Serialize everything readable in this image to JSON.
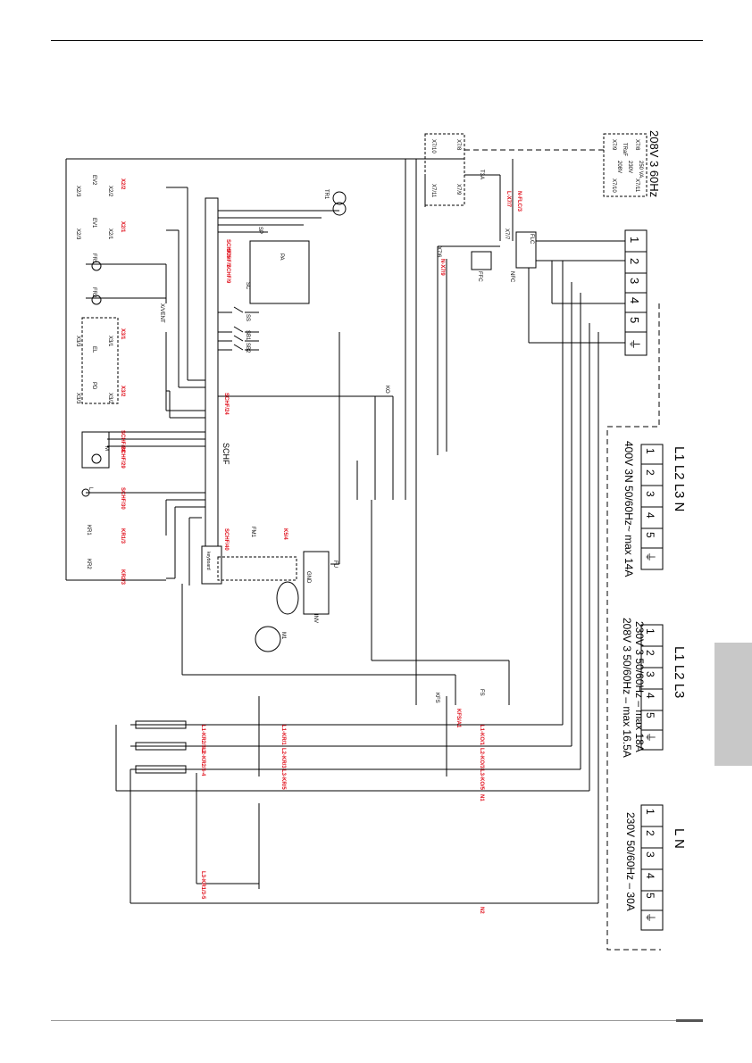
{
  "supplies": {
    "s208": {
      "voltage": "208V  3  60Hz",
      "terminals": [
        "X7/9",
        "X7/10",
        "X7/8",
        "X7/11"
      ],
      "parts": [
        "TRaF",
        "230V",
        "208V",
        "250 VA"
      ]
    },
    "t1": {
      "terminals": [
        "1",
        "2",
        "3",
        "4",
        "5",
        "⏚"
      ]
    },
    "t400": {
      "line": "L1  L2  L3    N",
      "spec": "400V  3N  50/60Hz~  max  14A",
      "terminals": [
        "1",
        "2",
        "3",
        "4",
        "5",
        "⏚"
      ]
    },
    "t230_3": {
      "line": "L1      L2  L3",
      "spec1": "230V  3  50/60Hz  –  max  18A",
      "spec2": "208V  3  50/60Hz  –  max  16.5A",
      "terminals": [
        "1",
        "2",
        "3",
        "4",
        "5",
        "⏚"
      ]
    },
    "t230_1": {
      "line": "L            N",
      "spec": "230V  50/60Hz  –  30A",
      "terminals": [
        "1",
        "2",
        "3",
        "4",
        "5",
        "⏚"
      ]
    }
  },
  "red_labels": {
    "x22": "X2/2",
    "x21": "X2/1",
    "x31": "X3/1",
    "x32": "X3/2",
    "schf28": "SCHF/28",
    "schf29": "SCHF/29",
    "schf30": "SCHF/30",
    "kr13": "KR1/3",
    "kr23": "KR2/3",
    "schf5": "SCHF/5",
    "schf7": "SCHF/7",
    "schf9": "SCHF/9",
    "schf24": "SCHF/24",
    "schf40": "SCHF/40",
    "k54": "K5/4",
    "nflc3": "N-FLC/3",
    "lx77": "L-X7/7",
    "nx79": "N-X7/9",
    "kfsa1": "KFS/A1",
    "l1kr232": "L1-KR2/3-2",
    "l2kr234": "L2-KR2/3-4",
    "l3kr135": "L3-KR1/3-5",
    "l1kr1": "L1-KR/1",
    "l2kr3": "L2-KR/3",
    "l3kr5": "L3-KR/5",
    "l1ko1": "L1-KO/1",
    "l2ko3": "L2-KO/3",
    "l3ko5": "L3-KO/5",
    "n1": "N1",
    "n2": "N2"
  },
  "components": {
    "ev2": "EV2",
    "ev1": "EV1",
    "fr1": "FR1",
    "fr2": "FR2",
    "x23a": "X2/3",
    "x23b": "X2/3",
    "x22b": "X2/2",
    "x21b": "X2/1",
    "x33a": "X3/3",
    "x33b": "X3/3",
    "x31b": "X3/1",
    "x32b": "X3/2",
    "xvent": "X/VENT",
    "el": "EL",
    "pd": "PD",
    "m": "M",
    "l": "L",
    "kr1": "KR1",
    "kr2": "KR2",
    "schf": "SCHF",
    "keyboard": "keyboard",
    "tr1": "TR1",
    "sp": "SP",
    "pa": "PA",
    "sc": "SC",
    "ss": "SS",
    "sb": "SB1",
    "sb2": "SB2",
    "ko": "KO",
    "fu": "FU",
    "inv": "INV",
    "kfs": "KFS",
    "fs": "FS",
    "flc": "FLC",
    "ffc": "FFC",
    "nfc": "NFC",
    "x7_10": "X7/10",
    "x7_8": "X7/8",
    "x7_11": "X7/11",
    "x7_9": "X7/9",
    "x7_7": "X7/7",
    "t3a": "T3A",
    "x7_6": "X7/6",
    "gnd": "GND",
    "m1": "M1",
    "fm1": "FM1"
  }
}
